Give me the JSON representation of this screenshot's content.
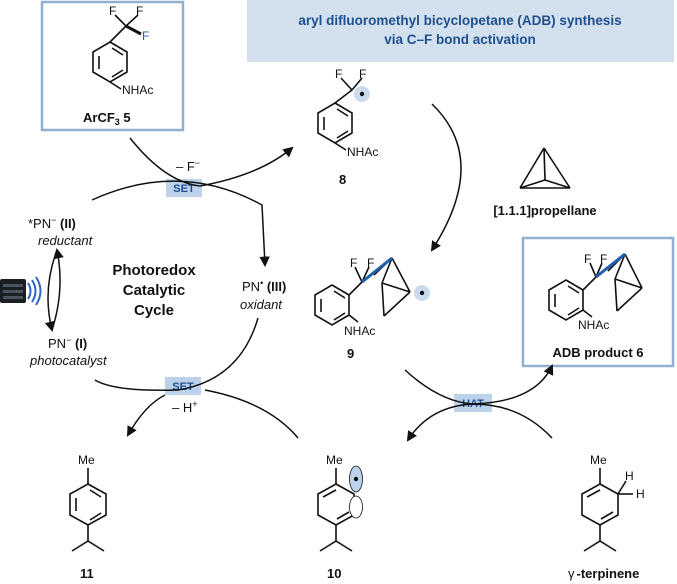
{
  "banner": {
    "line1": "aryl difluoromethyl bicyclopetane (ADB) synthesis",
    "line2": "via C–F bond activation",
    "bg": "#d3e0ee",
    "text_color": "#1f4f8f"
  },
  "box_color": "#8fb0d0",
  "tag_bg": "#bcd2ea",
  "compounds": {
    "arcf3": {
      "label_pre": "ArCF",
      "label_sub": "3",
      "label_post": " 5",
      "f1": "F",
      "f2": "F",
      "f3": "F",
      "nhac": "NHAc"
    },
    "c8": {
      "label": "8",
      "f1": "F",
      "f2": "F",
      "nhac": "NHAc"
    },
    "propellane": {
      "label": "[1.1.1]propellane"
    },
    "c9": {
      "label": "9",
      "f1": "F",
      "f2": "F",
      "nhac": "NHAc"
    },
    "adb": {
      "label": "ADB product 6",
      "f1": "F",
      "f2": "F",
      "nhac": "NHAc"
    },
    "c11": {
      "label": "11",
      "me": "Me"
    },
    "c10": {
      "label": "10",
      "me": "Me"
    },
    "terpinene": {
      "label_gamma": "γ",
      "label_rest": "-terpinene",
      "me": "Me",
      "h1": "H",
      "h2": "H"
    }
  },
  "cycle": {
    "title1": "Photoredox",
    "title2": "Catalytic",
    "title3": "Cycle",
    "pn_excited": {
      "pre": "*PN",
      "charge": "−",
      "roman": " (II)",
      "role": "reductant"
    },
    "pn_radical": {
      "pre": "PN",
      "charge": "•",
      "roman": " (III)",
      "role": "oxidant"
    },
    "pn_ground": {
      "pre": "PN",
      "charge": "−",
      "roman": " (I)",
      "role": "photocatalyst"
    },
    "set_top": "SET",
    "set_bottom": "SET",
    "minus_f": {
      "pre": "– F",
      "charge": "−"
    },
    "minus_h": {
      "pre": "– H",
      "charge": "+"
    },
    "hat": "HAT"
  }
}
